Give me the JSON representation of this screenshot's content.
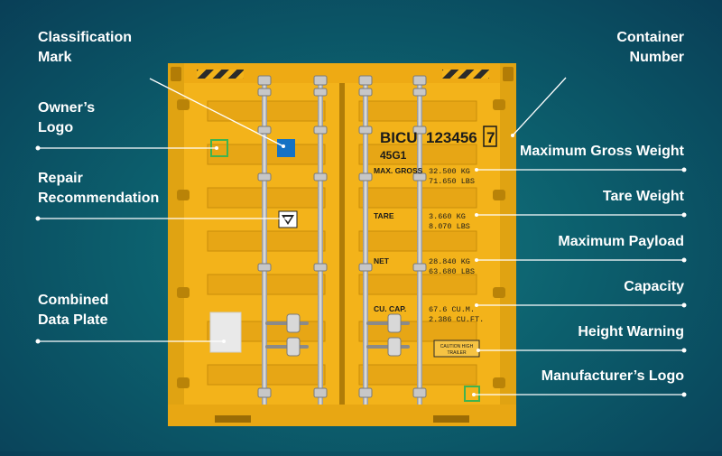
{
  "labels": {
    "classification_mark": [
      "Classification",
      "Mark"
    ],
    "owners_logo": [
      "Owner’s",
      "Logo"
    ],
    "repair_recommendation": [
      "Repair",
      "Recommendation"
    ],
    "combined_data_plate": [
      "Combined",
      "Data Plate"
    ],
    "container_number": [
      "Container",
      "Number"
    ],
    "maximum_gross_weight": "Maximum Gross Weight",
    "tare_weight": "Tare Weight",
    "maximum_payload": "Maximum Payload",
    "capacity": "Capacity",
    "height_warning": "Height Warning",
    "manufacturers_logo": "Manufacturer’s Logo"
  },
  "container": {
    "owner_code": "BICU",
    "serial": "123456",
    "check_digit": "7",
    "size_type": "45G1",
    "rows": [
      {
        "label": "MAX. GROSS",
        "line1": "32.500 KG",
        "line2": "71.650 LBS"
      },
      {
        "label": "TARE",
        "line1": "3.660 KG",
        "line2": "8.070 LBS"
      },
      {
        "label": "NET",
        "line1": "28.840 KG",
        "line2": "63.680 LBS"
      },
      {
        "label": "CU. CAP.",
        "line1": "67.6 CU.M.",
        "line2": "2.386 CU.FT."
      }
    ],
    "caution_sticker": [
      "CAUTION HIGH",
      "TRAILER"
    ]
  },
  "colors": {
    "background_center": "#137880",
    "background_edge": "#093f57",
    "container": "#f3b31a",
    "container_dark": "#c98d0b",
    "container_shadow": "#b07c08",
    "callout_line": "#ffffff",
    "classification_mark": "#1472c4",
    "owner_logo_border": "#3fb34f",
    "data_plate": "#e9e9e9"
  },
  "icons": {
    "repair_mark": "triangle-in-square-icon",
    "classification": "blue-square-icon",
    "owner_logo": "green-outline-square-icon",
    "manufacturer_logo": "green-outline-square-icon"
  }
}
